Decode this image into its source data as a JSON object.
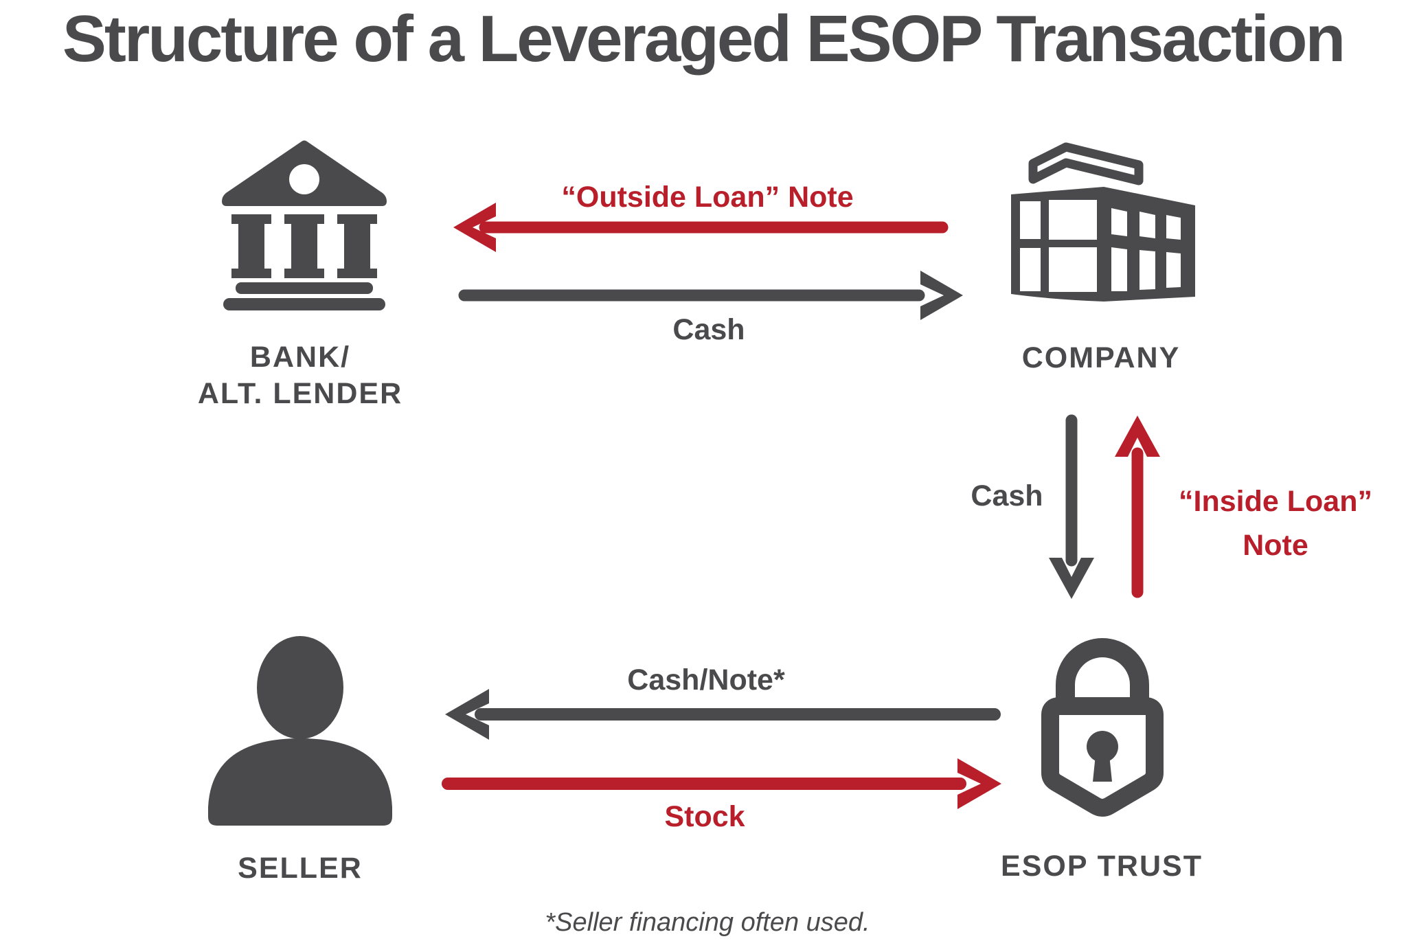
{
  "title": "Structure of a Leveraged ESOP Transaction",
  "colors": {
    "dark": "#4a4a4c",
    "red": "#b81f2b",
    "background": "#ffffff"
  },
  "nodes": {
    "bank": {
      "label_line1": "BANK/",
      "label_line2": "ALT. LENDER",
      "icon": "bank-icon"
    },
    "company": {
      "label": "COMPANY",
      "icon": "office-building-icon"
    },
    "seller": {
      "label": "SELLER",
      "icon": "person-icon"
    },
    "esop_trust": {
      "label": "ESOP TRUST",
      "icon": "padlock-icon"
    }
  },
  "flows": {
    "outside_loan": {
      "label": "“Outside Loan” Note",
      "from": "company",
      "to": "bank",
      "color": "red"
    },
    "cash_top": {
      "label": "Cash",
      "from": "bank",
      "to": "company",
      "color": "dark"
    },
    "cash_middle": {
      "label": "Cash",
      "from": "company",
      "to": "esop_trust",
      "color": "dark"
    },
    "inside_loan": {
      "label_line1": "“Inside Loan”",
      "label_line2": "Note",
      "from": "esop_trust",
      "to": "company",
      "color": "red"
    },
    "cash_note": {
      "label": "Cash/Note*",
      "from": "esop_trust",
      "to": "seller",
      "color": "dark"
    },
    "stock": {
      "label": "Stock",
      "from": "seller",
      "to": "esop_trust",
      "color": "red"
    }
  },
  "footnote": "*Seller financing often used."
}
